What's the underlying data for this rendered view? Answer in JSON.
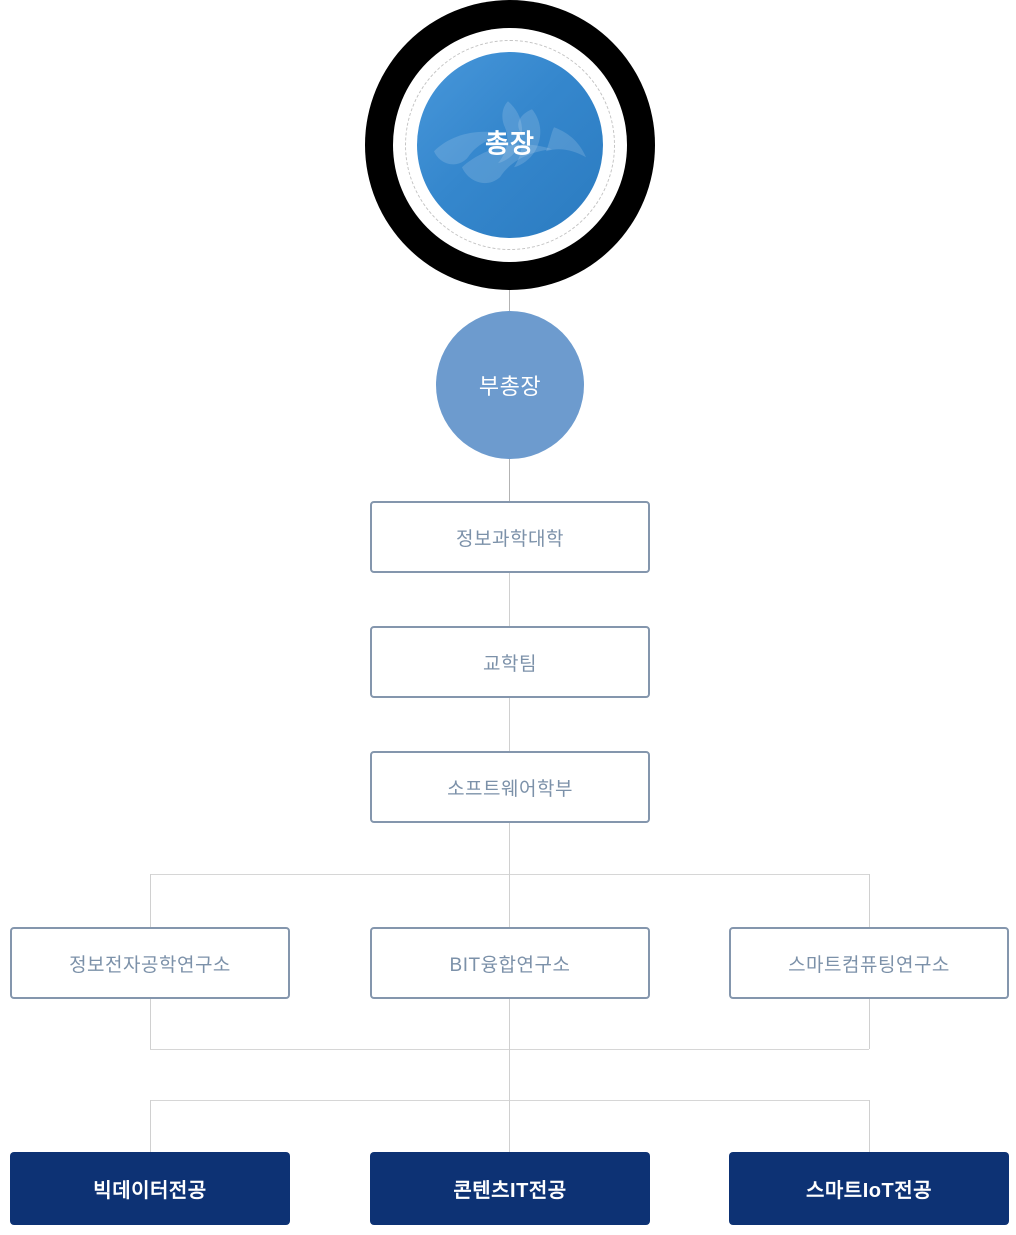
{
  "diagram": {
    "type": "org-chart",
    "levels": [
      "president",
      "vice_president",
      "college",
      "academic_team",
      "software_school",
      "institutes",
      "majors"
    ]
  },
  "nodes": {
    "president": "총장",
    "vice_president": "부총장",
    "college": "정보과학대학",
    "academic_team": "교학팀",
    "software_school": "소프트웨어학부",
    "institutes": [
      "정보전자공학연구소",
      "BIT융합연구소",
      "스마트컴퓨팅연구소"
    ],
    "majors": [
      "빅데이터전공",
      "콘텐츠IT전공",
      "스마트IoT전공"
    ]
  },
  "icons": {
    "president_emblem": "wave-flame-emblem-watermark"
  },
  "colors": {
    "ring_black": "#000000",
    "president_gradient_start": "#4897da",
    "president_gradient_end": "#2b7bc0",
    "vice_president_fill": "#6d9bce",
    "light_box_border": "#8496ad",
    "light_box_text": "#7c91a9",
    "navy_box_fill": "#0d3274",
    "connector_line": "#d0d0d0",
    "white": "#ffffff"
  }
}
